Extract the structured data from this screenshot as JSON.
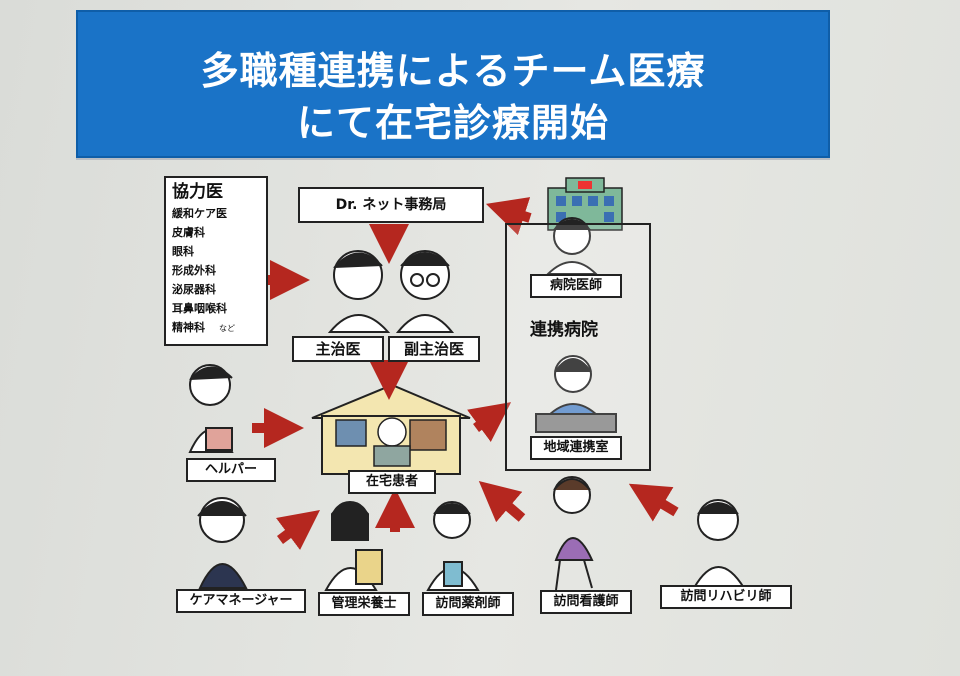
{
  "title": {
    "line1": "多職種連携によるチーム医療",
    "line2": "にて在宅診療開始"
  },
  "nodes": {
    "dr_net": "Dr. ネット事務局",
    "main_doctor": "主治医",
    "sub_doctor": "副主治医",
    "patient": "在宅患者",
    "helper": "ヘルパー",
    "care_manager": "ケアマネージャー",
    "dietitian": "管理栄養士",
    "pharmacist": "訪問薬剤師",
    "nurse": "訪問看護師",
    "rehab": "訪問リハビリ師",
    "hospital_doctor": "病院医師",
    "regional_office": "地域連携室",
    "partner_hospital": "連携病院"
  },
  "cooperating_doctors": {
    "title": "協力医",
    "items": [
      "緩和ケア医",
      "皮膚科",
      "眼科",
      "形成外科",
      "泌尿器科",
      "耳鼻咽喉科",
      "精神科"
    ],
    "etc": "など"
  },
  "colors": {
    "title_bg": "#1a73c7",
    "arrow": "#b5271f",
    "house": "#f3e6b0"
  }
}
